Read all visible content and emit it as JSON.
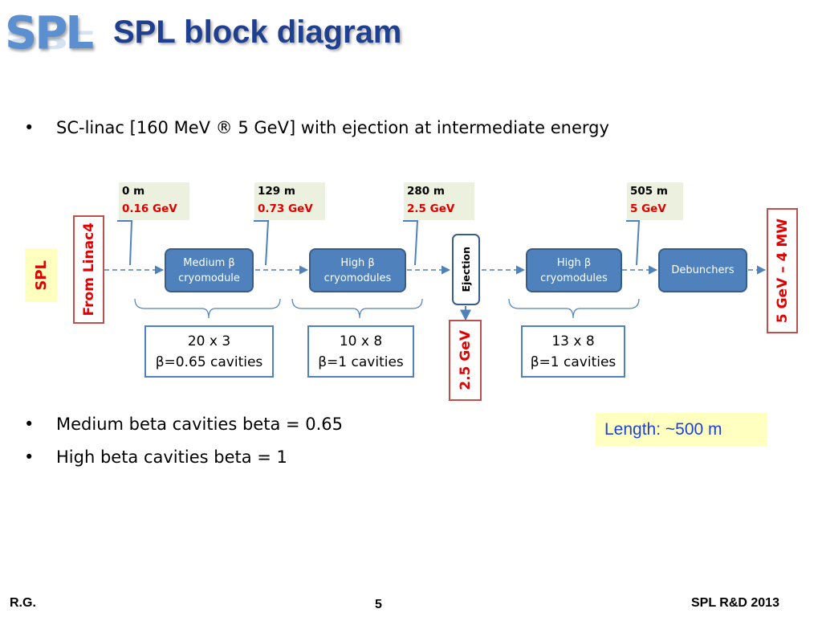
{
  "header": {
    "logo_text": "SPL",
    "title": "SPL block diagram"
  },
  "bullets": {
    "top": "SC-linac [160 MeV ® 5 GeV] with ejection at intermediate energy",
    "bottom": [
      "Medium beta cavities beta = 0.65",
      "High beta cavities beta = 1"
    ],
    "marker": "•"
  },
  "diagram": {
    "positions": [
      {
        "distance": "0 m",
        "energy": "0.16 GeV"
      },
      {
        "distance": "129 m",
        "energy": "0.73 GeV"
      },
      {
        "distance": "280 m",
        "energy": "2.5 GeV"
      },
      {
        "distance": "505 m",
        "energy": "5 GeV"
      }
    ],
    "spl_label": "SPL",
    "from_label": "From Linac4",
    "blocks": [
      {
        "line1": "Medium β",
        "line2": "cryomodule"
      },
      {
        "line1": "High β",
        "line2": "cryomodules"
      },
      {
        "line1": "High β",
        "line2": "cryomodules"
      }
    ],
    "debunchers": "Debunchers",
    "ejection": "Ejection",
    "ejection_energy": "2.5 GeV",
    "output_label": "5 GeV – 4 MW",
    "counts": [
      {
        "line1": "20 x 3",
        "line2": "β=0.65 cavities"
      },
      {
        "line1": "10 x 8",
        "line2": "β=1 cavities"
      },
      {
        "line1": "13 x 8",
        "line2": "β=1 cavities"
      }
    ],
    "length_label": "Length: ~500 m"
  },
  "footer": {
    "author": "R.G.",
    "page": "5",
    "event": "SPL R&D 2013"
  },
  "colors": {
    "title": "#1f3f8f",
    "block_fill": "#4f81bd",
    "energy_red": "#e00000",
    "label_yellow": "#ffffc0"
  }
}
